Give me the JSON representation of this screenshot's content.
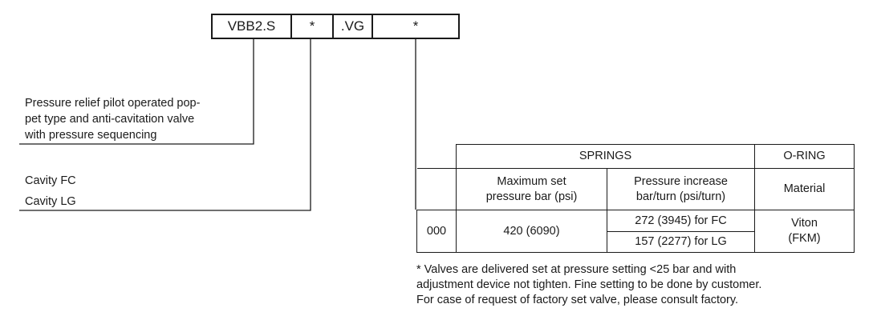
{
  "code": {
    "segments": [
      "VBB2.S",
      "*",
      ".VG",
      "*"
    ]
  },
  "description": {
    "lines": [
      "Pressure relief pilot operated pop-",
      "pet type and anti-cavitation valve",
      "with pressure sequencing"
    ]
  },
  "cavities": [
    "Cavity FC",
    "Cavity LG"
  ],
  "table": {
    "springs_header": "SPRINGS",
    "oring_header": "O-RING",
    "max_set_lines": [
      "Maximum set",
      "pressure bar (psi)"
    ],
    "increase_lines": [
      "Pressure increase",
      "bar/turn (psi/turn)"
    ],
    "material_label": "Material",
    "code": "000",
    "max_set_value": "420 (6090)",
    "increase_fc": "272 (3945) for FC",
    "increase_lg": "157 (2277) for LG",
    "material_lines": [
      "Viton",
      "(FKM)"
    ]
  },
  "note": {
    "lines": [
      "* Valves are delivered set at pressure setting <25 bar and with",
      "adjustment device not tighten. Fine setting to be done by customer.",
      "For case of request of factory set valve, please consult factory."
    ]
  }
}
